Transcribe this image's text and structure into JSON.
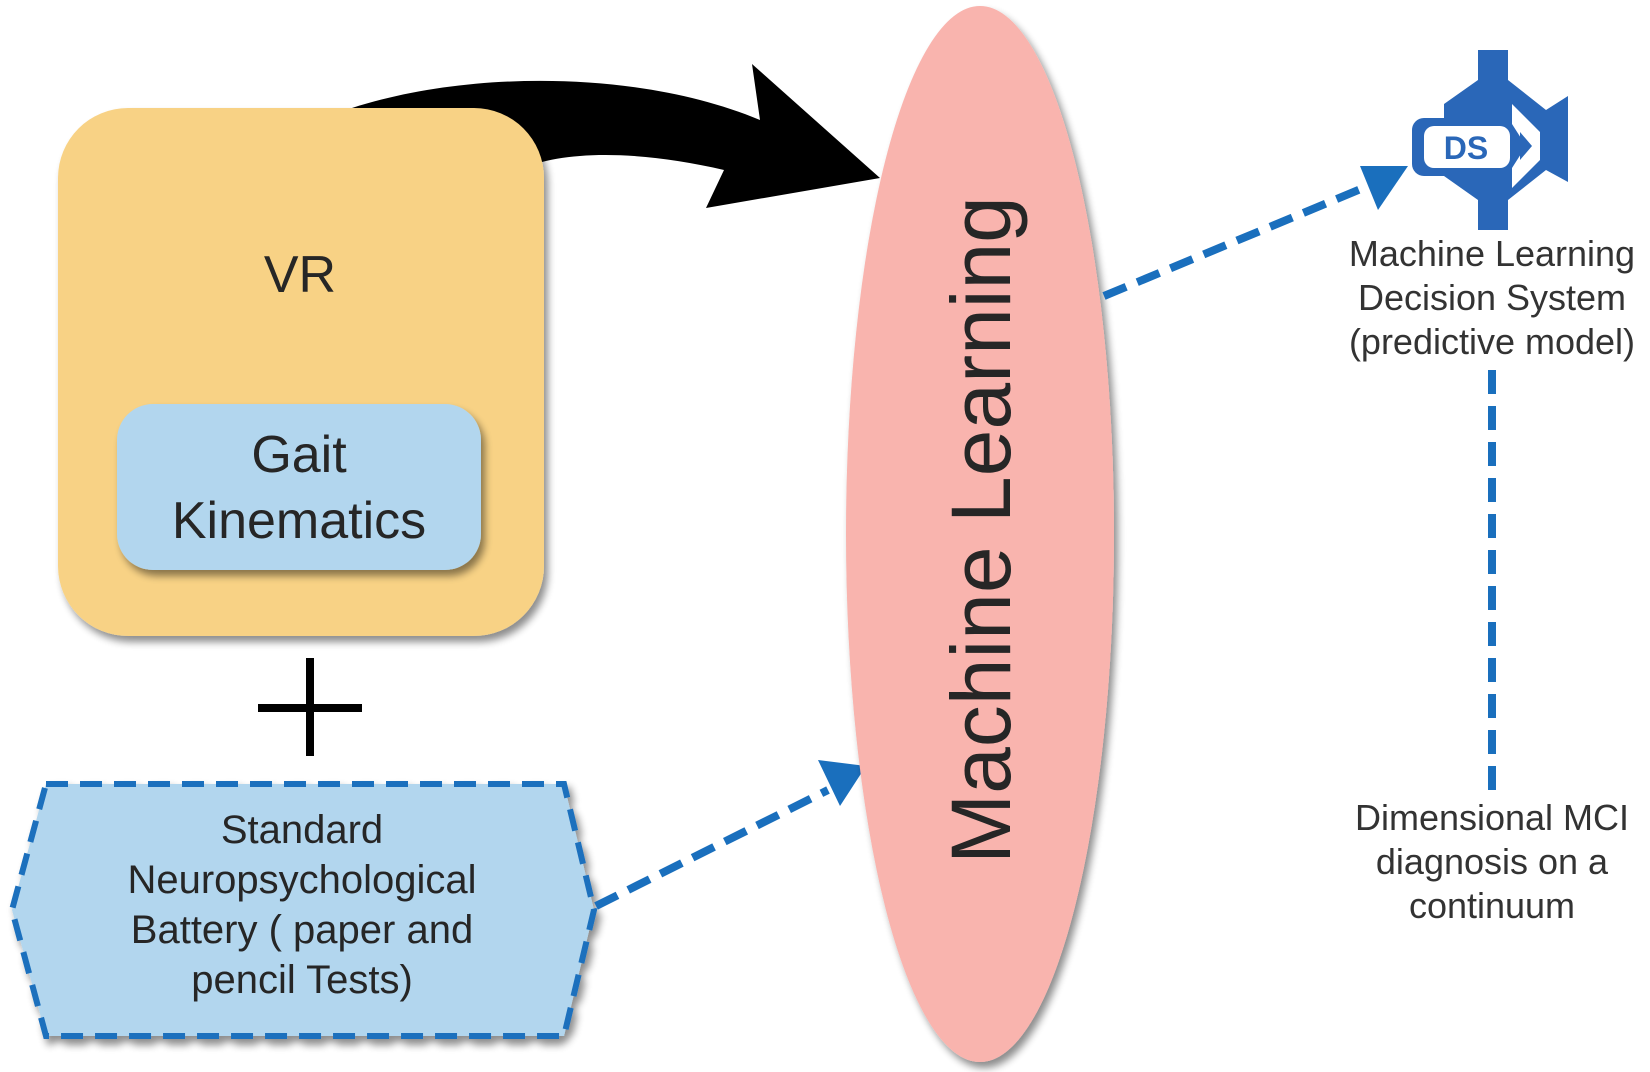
{
  "nodes": {
    "vr": {
      "label": "VR"
    },
    "gait": {
      "line1": "Gait",
      "line2": "Kinematics"
    },
    "plus": {
      "symbol": "+"
    },
    "battery": {
      "line1": "Standard",
      "line2": "Neuropsychological",
      "line3": "Battery ( paper and",
      "line4": "pencil Tests)"
    },
    "ml": {
      "label": "Machine Learning"
    },
    "ds_logo": {
      "text": "DS"
    },
    "decision_system": {
      "line1": "Machine Learning",
      "line2": "Decision System",
      "line3": "(predictive model)"
    },
    "diagnosis": {
      "line1": "Dimensional MCI",
      "line2": "diagnosis on a",
      "line3": "continuum"
    }
  },
  "colors": {
    "vr_fill": "#f8d285",
    "gait_fill": "#b2d6ee",
    "battery_fill": "#b2d6ee",
    "ml_fill": "#f9b4ae",
    "dashed_blue": "#1a6fbd",
    "logo_blue": "#2a67b8",
    "arrow_black": "#000000"
  },
  "edges": [
    {
      "from": "vr",
      "to": "ml",
      "style": "solid-thick-black"
    },
    {
      "from": "battery",
      "to": "ml",
      "style": "dashed-blue"
    },
    {
      "from": "ml",
      "to": "decision_system",
      "style": "dashed-blue"
    },
    {
      "from": "decision_system",
      "to": "diagnosis",
      "style": "dashed-blue"
    }
  ]
}
